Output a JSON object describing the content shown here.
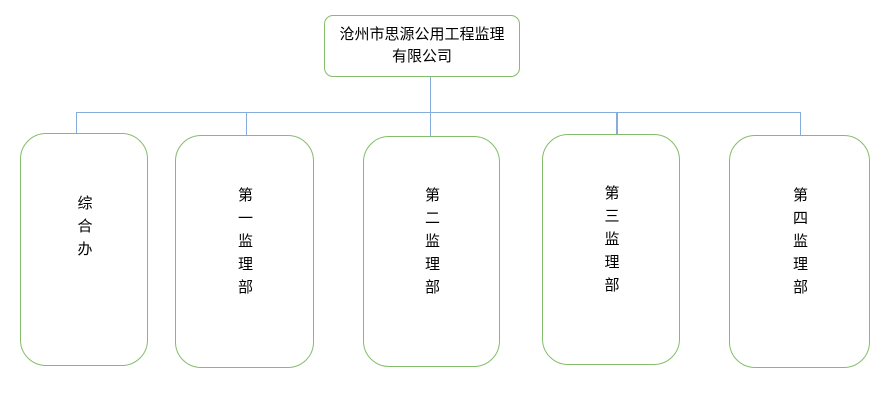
{
  "org": {
    "root": {
      "label": "沧州市思源公用工程监理有限公司",
      "line1": "沧州市思源公用工程监理",
      "line2": "有限公司"
    },
    "children": [
      {
        "label": "综合办"
      },
      {
        "label": "第一监理部"
      },
      {
        "label": "第二监理部"
      },
      {
        "label": "第三监理部"
      },
      {
        "label": "第四监理部"
      }
    ]
  },
  "colors": {
    "box_border_green": "#84bd6a",
    "connector_blue": "#85acdc",
    "text": "#000000",
    "background": "#ffffff"
  }
}
